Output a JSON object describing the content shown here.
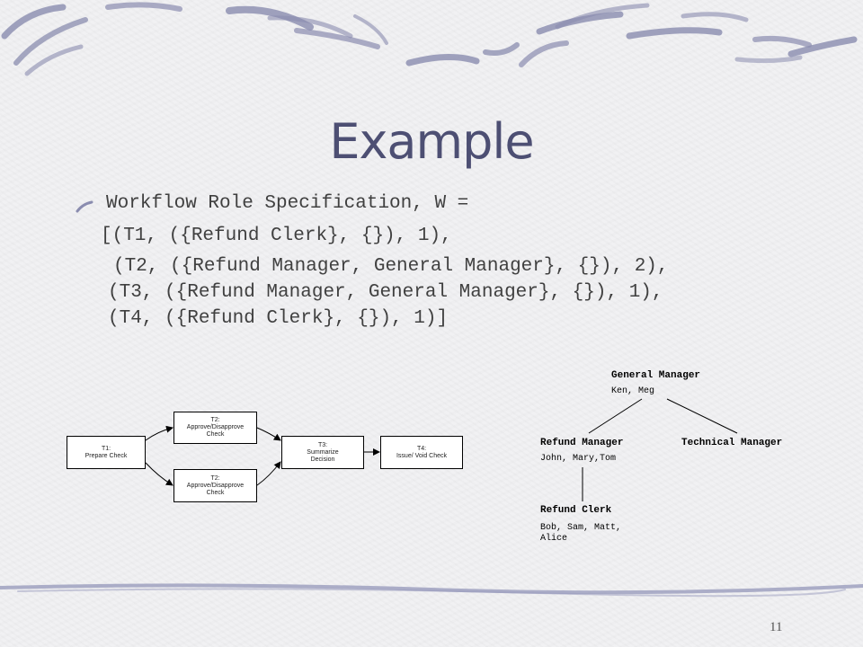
{
  "title": "Example",
  "spec": {
    "intro": "Workflow Role Specification, W =",
    "lines": [
      "[(T1, ({Refund Clerk}, {}), 1),",
      "(T2, ({Refund Manager, General Manager}, {}), 2),",
      "(T3, ({Refund Manager, General Manager}, {}), 1),",
      "(T4, ({Refund Clerk}, {}), 1)]"
    ]
  },
  "workflow": {
    "t1": {
      "line1": "T1:",
      "line2": "Prepare Check"
    },
    "t2a": {
      "line1": "T2:",
      "line2": "Approve/Disapprove",
      "line3": "Check"
    },
    "t2b": {
      "line1": "T2:",
      "line2": "Approve/Disapprove",
      "line3": "Check"
    },
    "t3": {
      "line1": "T3:",
      "line2": "Summarize",
      "line3": "Decision"
    },
    "t4": {
      "line1": "T4:",
      "line2": "Issue/ Void Check"
    }
  },
  "org": {
    "general_manager": {
      "name": "General Manager",
      "members": "Ken, Meg"
    },
    "refund_manager": {
      "name": "Refund Manager",
      "members": "John, Mary,Tom"
    },
    "technical_manager": {
      "name": "Technical Manager"
    },
    "refund_clerk": {
      "name": "Refund Clerk",
      "members": "Bob, Sam, Matt,\nAlice"
    }
  },
  "page_number": "11",
  "colors": {
    "title": "#4d4f73",
    "background": "#f1f1f3",
    "decoration": "#8a8caf"
  }
}
